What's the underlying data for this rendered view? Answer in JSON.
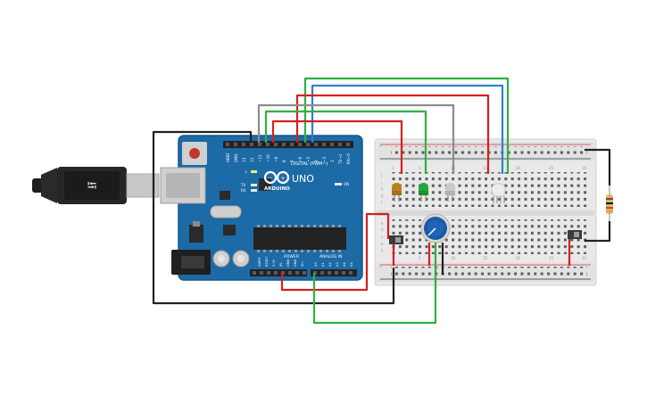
{
  "board": {
    "brand": "ARDUINO",
    "model": "UNO",
    "digital_label": "DIGITAL (PWM~)",
    "power_label": "POWER",
    "analog_label": "ANALOG IN",
    "on_label": "ON",
    "tx_label": "TX",
    "rx_label": "RX",
    "l_label": "L",
    "header_top": [
      "AREF",
      "GND",
      "13",
      "12",
      "~11",
      "~10",
      "~9",
      "8",
      "7",
      "~6",
      "~5",
      "4",
      "~3",
      "2",
      "TX→1",
      "RX←0"
    ],
    "header_power": [
      "IOREF",
      "RESET",
      "3.3V",
      "5V",
      "GND",
      "GND",
      "Vin"
    ],
    "header_analog": [
      "A0",
      "A1",
      "A2",
      "A3",
      "A4",
      "A5"
    ]
  },
  "breadboard": {
    "row_letters_top": [
      "j",
      "i",
      "h",
      "g",
      "f"
    ],
    "row_letters_bottom": [
      "e",
      "d",
      "c",
      "b",
      "a"
    ],
    "rail_plus": "+",
    "rail_minus": "-",
    "col_numbers": [
      "1",
      "5",
      "10",
      "15",
      "20",
      "25",
      "30"
    ]
  },
  "colors": {
    "board": "#1c6aa6",
    "wire_red": "#d42020",
    "wire_green": "#2eb142",
    "wire_blue": "#2d7fd6",
    "wire_gray": "#8c8c8c",
    "wire_black": "#222222",
    "led_orange": "#b8821f",
    "led_green": "#25a83a",
    "led_white": "#c9c9c9",
    "pot_knob": "#1b5aa8"
  }
}
